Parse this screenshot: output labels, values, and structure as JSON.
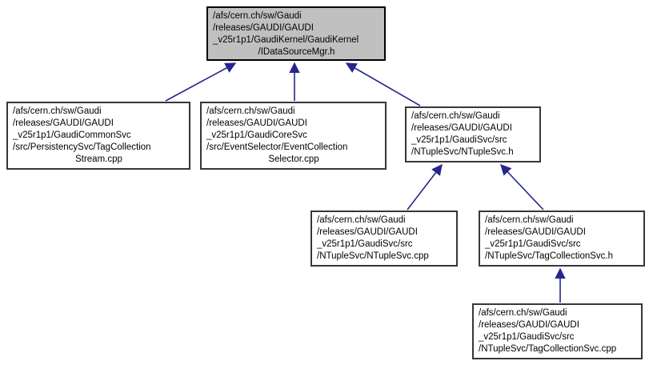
{
  "diagram": {
    "kind": "include-dependency-graph",
    "direction": "children-point-to-parent"
  },
  "colors": {
    "edge": "#26268D",
    "root_fill": "#C0C0C0",
    "node_fill": "#FFFFFF",
    "node_border": "#373737",
    "root_border": "#000000",
    "text": "#000000",
    "background": "#FFFFFF"
  },
  "nodes": [
    {
      "id": "idatasourcemgr-h",
      "role": "root-header",
      "lines": [
        "/afs/cern.ch/sw/Gaudi",
        "/releases/GAUDI/GAUDI",
        "_v25r1p1/GaudiKernel/GaudiKernel",
        "/IDataSourceMgr.h"
      ]
    },
    {
      "id": "tagcollectionstream-cpp",
      "role": "includer",
      "lines": [
        "/afs/cern.ch/sw/Gaudi",
        "/releases/GAUDI/GAUDI",
        "_v25r1p1/GaudiCommonSvc",
        "/src/PersistencySvc/TagCollection",
        "Stream.cpp"
      ]
    },
    {
      "id": "eventcollectionselector-cpp",
      "role": "includer",
      "lines": [
        "/afs/cern.ch/sw/Gaudi",
        "/releases/GAUDI/GAUDI",
        "_v25r1p1/GaudiCoreSvc",
        "/src/EventSelector/EventCollection",
        "Selector.cpp"
      ]
    },
    {
      "id": "ntuplesvc-h",
      "role": "includer",
      "lines": [
        "/afs/cern.ch/sw/Gaudi",
        "/releases/GAUDI/GAUDI",
        "_v25r1p1/GaudiSvc/src",
        "/NTupleSvc/NTupleSvc.h"
      ]
    },
    {
      "id": "ntuplesvc-cpp",
      "role": "includer",
      "lines": [
        "/afs/cern.ch/sw/Gaudi",
        "/releases/GAUDI/GAUDI",
        "_v25r1p1/GaudiSvc/src",
        "/NTupleSvc/NTupleSvc.cpp"
      ]
    },
    {
      "id": "tagcollectionsvc-h",
      "role": "includer",
      "lines": [
        "/afs/cern.ch/sw/Gaudi",
        "/releases/GAUDI/GAUDI",
        "_v25r1p1/GaudiSvc/src",
        "/NTupleSvc/TagCollectionSvc.h"
      ]
    },
    {
      "id": "tagcollectionsvc-cpp",
      "role": "includer",
      "lines": [
        "/afs/cern.ch/sw/Gaudi",
        "/releases/GAUDI/GAUDI",
        "_v25r1p1/GaudiSvc/src",
        "/NTupleSvc/TagCollectionSvc.cpp"
      ]
    }
  ],
  "edges": [
    {
      "from": "tagcollectionstream-cpp",
      "to": "idatasourcemgr-h"
    },
    {
      "from": "eventcollectionselector-cpp",
      "to": "idatasourcemgr-h"
    },
    {
      "from": "ntuplesvc-h",
      "to": "idatasourcemgr-h"
    },
    {
      "from": "ntuplesvc-cpp",
      "to": "ntuplesvc-h"
    },
    {
      "from": "tagcollectionsvc-h",
      "to": "ntuplesvc-h"
    },
    {
      "from": "tagcollectionsvc-cpp",
      "to": "tagcollectionsvc-h"
    }
  ]
}
